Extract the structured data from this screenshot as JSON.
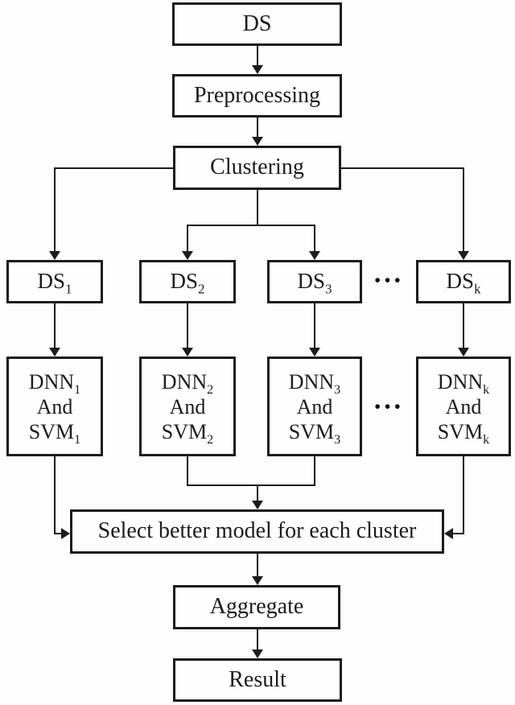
{
  "diagram": {
    "type": "flowchart",
    "colors": {
      "line": "#1c1c1c",
      "background": "#fdfdfd",
      "box_fill": "#fefefe"
    },
    "ellipsis": "•••",
    "nodes": {
      "ds": "DS",
      "preprocessing": "Preprocessing",
      "clustering": "Clustering",
      "select": "Select better model for each cluster",
      "aggregate": "Aggregate",
      "result": "Result",
      "ds_row": [
        {
          "base": "DS",
          "sub": "1"
        },
        {
          "base": "DS",
          "sub": "2"
        },
        {
          "base": "DS",
          "sub": "3"
        },
        {
          "base": "DS",
          "sub": "k"
        }
      ],
      "model_row": [
        {
          "line1_base": "DNN",
          "line1_sub": "1",
          "line2": "And",
          "line3_base": "SVM",
          "line3_sub": "1"
        },
        {
          "line1_base": "DNN",
          "line1_sub": "2",
          "line2": "And",
          "line3_base": "SVM",
          "line3_sub": "2"
        },
        {
          "line1_base": "DNN",
          "line1_sub": "3",
          "line2": "And",
          "line3_base": "SVM",
          "line3_sub": "3"
        },
        {
          "line1_base": "DNN",
          "line1_sub": "k",
          "line2": "And",
          "line3_base": "SVM",
          "line3_sub": "k"
        }
      ]
    }
  }
}
